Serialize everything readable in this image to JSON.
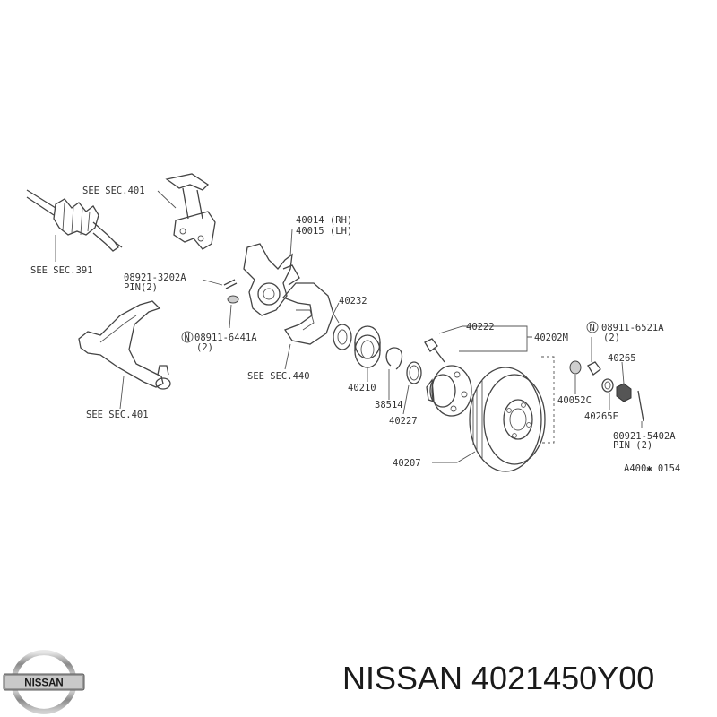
{
  "diagram": {
    "labels": {
      "see_sec_401_top": "SEE SEC.401",
      "see_sec_391": "SEE SEC.391",
      "knuckle_rh": "40014 (RH)",
      "knuckle_lh": "40015 (LH)",
      "pin_part": "08921-3202A",
      "pin_qty": "PIN(2)",
      "nut_6441_part": "08911-6441A",
      "nut_6441_qty": "(2)",
      "see_sec_440": "SEE SEC.440",
      "see_sec_401_bottom": "SEE SEC.401",
      "p40232": "40232",
      "p40210": "40210",
      "p38514": "38514",
      "p40227": "40227",
      "p40222": "40222",
      "p40202m": "40202M",
      "nut_6521_part": "08911-6521A",
      "nut_6521_qty": "(2)",
      "p40265": "40265",
      "p40052c": "40052C",
      "p40265e": "40265E",
      "pin_5402_part": "00921-5402A",
      "pin_5402_qty": "PIN (2)",
      "p40207": "40207",
      "ref_code": "A400✱ 0154",
      "circle_n_1": "N",
      "circle_n_2": "N"
    }
  },
  "brand": {
    "logo_text": "NISSAN",
    "logo_icon": "nissan-logo-icon"
  },
  "footer": {
    "title": "NISSAN 4021450Y00"
  },
  "colors": {
    "line": "#444444",
    "text": "#333333",
    "background": "#ffffff"
  }
}
